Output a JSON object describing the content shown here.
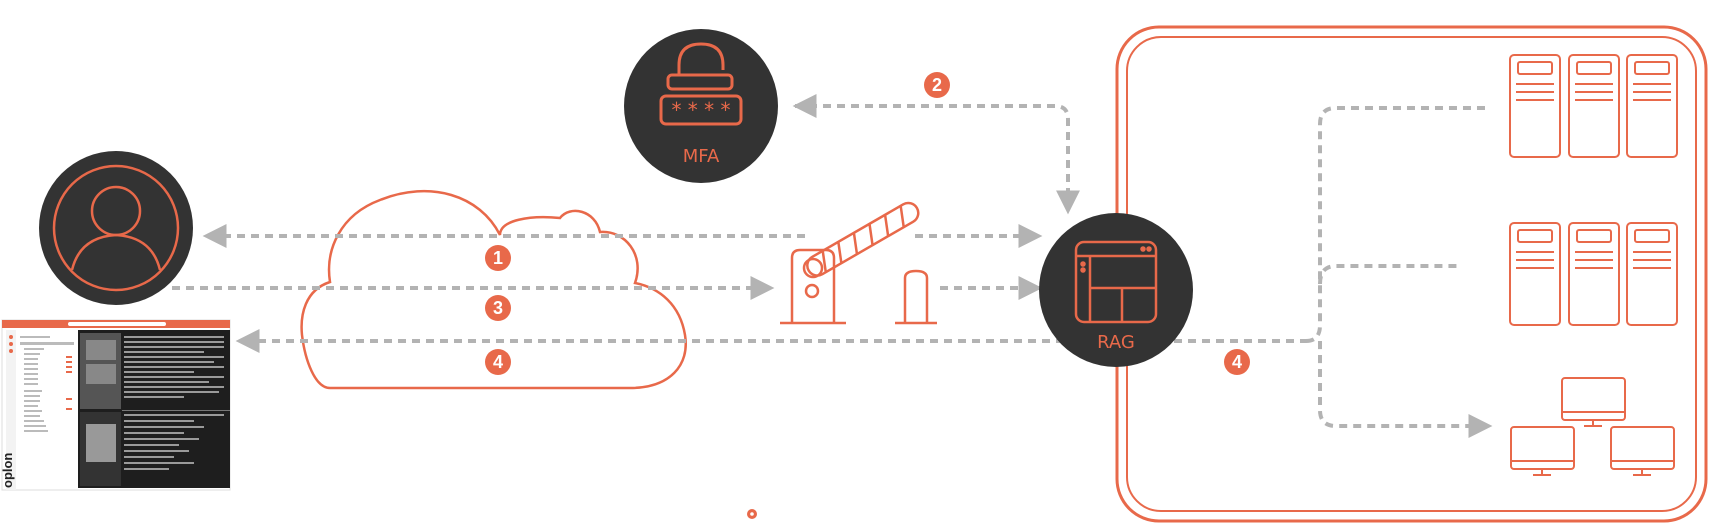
{
  "colors": {
    "accent": "#e8694a",
    "dark": "#333333",
    "arrow": "#b3b3b3",
    "terminal": "#1e1e1e"
  },
  "labels": {
    "mfa": "MFA",
    "rag": "RAG"
  },
  "steps": {
    "step1": "1",
    "step2": "2",
    "step3": "3",
    "step4_left": "4",
    "step4_right": "4"
  },
  "screenshot": {
    "logo": "oplon"
  },
  "icons": {
    "user": "user-avatar-icon",
    "mfa": "padlock-password-icon",
    "cloud": "cloud-icon",
    "gate": "barrier-gate-icon",
    "rag": "browser-window-icon",
    "server": "server-rack-icon",
    "desktop": "desktop-monitor-icon"
  }
}
